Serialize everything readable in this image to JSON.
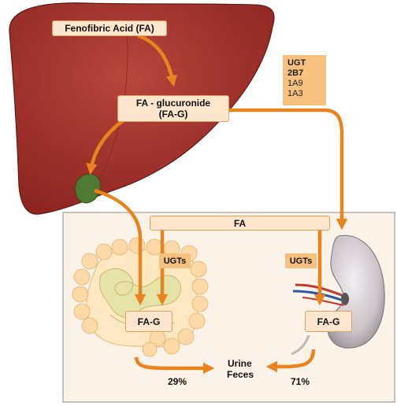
{
  "liver": {
    "parent_label": "Fenofibric Acid (FA)",
    "metabolite_line1": "FA - glucuronide",
    "metabolite_line2": "(FA-G)"
  },
  "ugt_panel": {
    "title": "UGT",
    "isoforms": [
      "2B7",
      "1A9",
      "1A3"
    ]
  },
  "systemic": {
    "fa_label": "FA",
    "intestine_enzyme": "UGTs",
    "kidney_enzyme": "UGTs",
    "intestine_product": "FA-G",
    "kidney_product": "FA-G"
  },
  "excretion": {
    "urine": "Urine",
    "feces": "Feces",
    "feces_percent": "29%",
    "urine_percent": "71%"
  },
  "colors": {
    "arrow": "#e8841e",
    "liver": "#a3302a",
    "gallbladder": "#4f7a32",
    "panel_bg": "#fbf3e8",
    "box_fill": "#fde6cc",
    "ugt_fill": "#f6c07e"
  }
}
